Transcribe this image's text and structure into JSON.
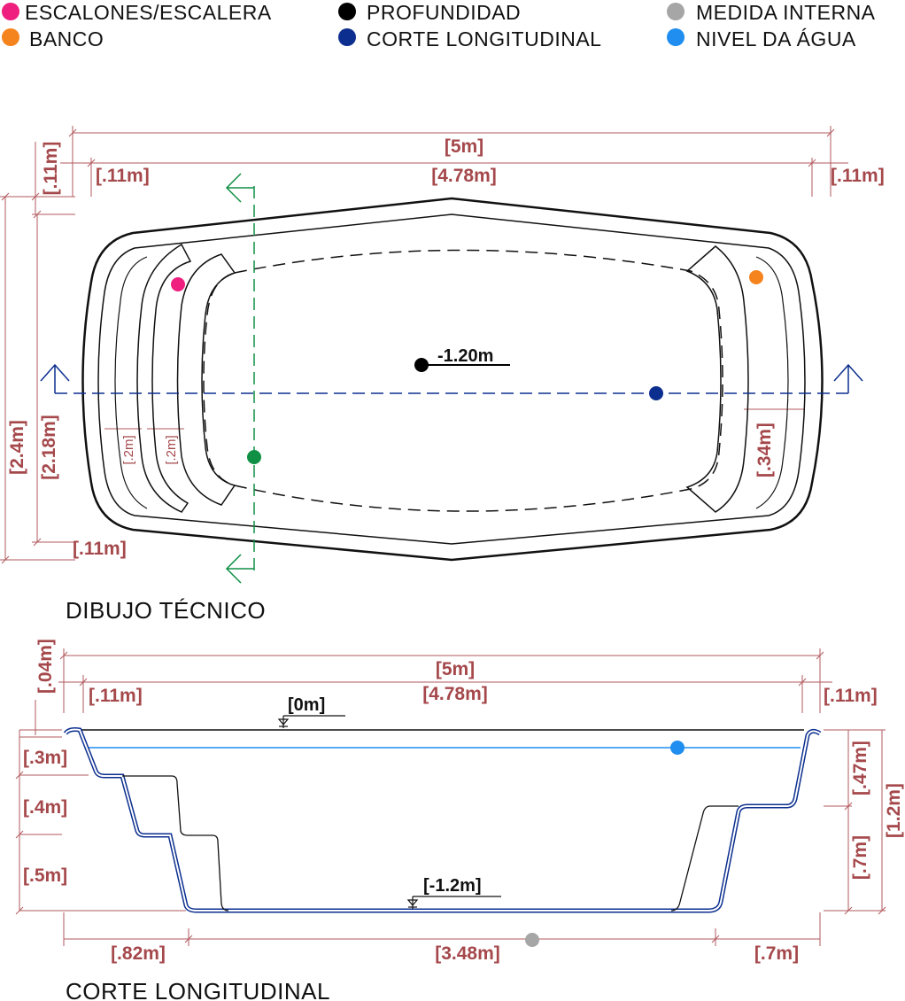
{
  "legend": [
    {
      "label": "ESCALONES/ESCALERA",
      "color": "#ee1f7e",
      "icon": "dot-icon"
    },
    {
      "label": "BANCO",
      "color": "#f5841f",
      "icon": "dot-icon"
    },
    {
      "label": "PROFUNDIDAD",
      "color": "#000000",
      "icon": "dot-icon"
    },
    {
      "label": "CORTE LONGITUDINAL",
      "color": "#0c2f8f",
      "icon": "dot-icon"
    },
    {
      "label": "MEDIDA INTERNA",
      "color": "#a6a6a6",
      "icon": "dot-icon"
    },
    {
      "label": "NIVEL DA ÁGUA",
      "color": "#1f8ef0",
      "icon": "dot-icon"
    }
  ],
  "colors": {
    "dimension": "#a5484b",
    "section_line": "#0c2f8f",
    "cross_section": "#0f9045",
    "water": "#1f8ef0"
  },
  "plan": {
    "title": "DIBUJO TÉCNICO",
    "dims": {
      "total_length": "[5m]",
      "inner_length": "[4.78m]",
      "edge_left": "[.11m]",
      "edge_right": "[.11m]",
      "edge_top": "[.11m]",
      "edge_bottom": "[.11m]",
      "total_width": "[2.4m]",
      "inner_width": "[2.18m]",
      "step_1": "[.2m]",
      "step_2": "[.2m]",
      "bench": "[.34m]"
    },
    "depth_label": "-1.20m"
  },
  "section": {
    "title": "CORTE LONGITUDINAL",
    "dims": {
      "total_length": "[5m]",
      "inner_length": "[4.78m]",
      "edge_left": "[.11m]",
      "edge_right": "[.11m]",
      "rim": "[.04m]",
      "step_1_height": "[.3m]",
      "step_2_height": "[.4m]",
      "step_3_height": "[.5m]",
      "bench_depth": "[.47m]",
      "bench_to_floor": "[.7m]",
      "total_depth": "[1.2m]",
      "floor_left": "[.82m]",
      "floor_middle": "[3.48m]",
      "floor_right": "[.7m]"
    },
    "level_top": "[0m]",
    "level_bottom": "[-1.2m]"
  }
}
